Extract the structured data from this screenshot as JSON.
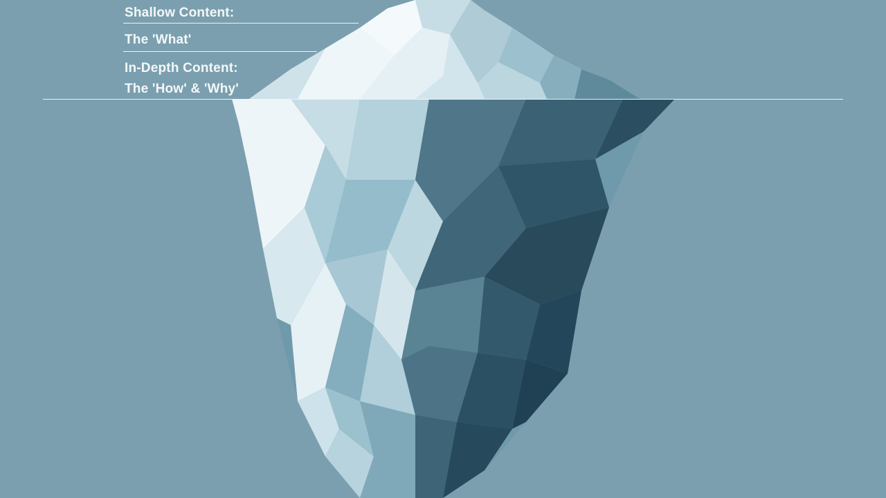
{
  "labels": {
    "shallow_title": "Shallow Content:",
    "shallow_sub": "The 'What'",
    "depth_title": "In-Depth Content:",
    "depth_sub": "The 'How' & 'Why'"
  },
  "colors": {
    "background": "#7b9fae",
    "water_line": "#eef4f7",
    "ice_light": "#e9f3f6",
    "ice_mid": "#8fb9c6",
    "ice_dark": "#2f5466"
  },
  "icons": {
    "iceberg": "iceberg-illustration"
  }
}
